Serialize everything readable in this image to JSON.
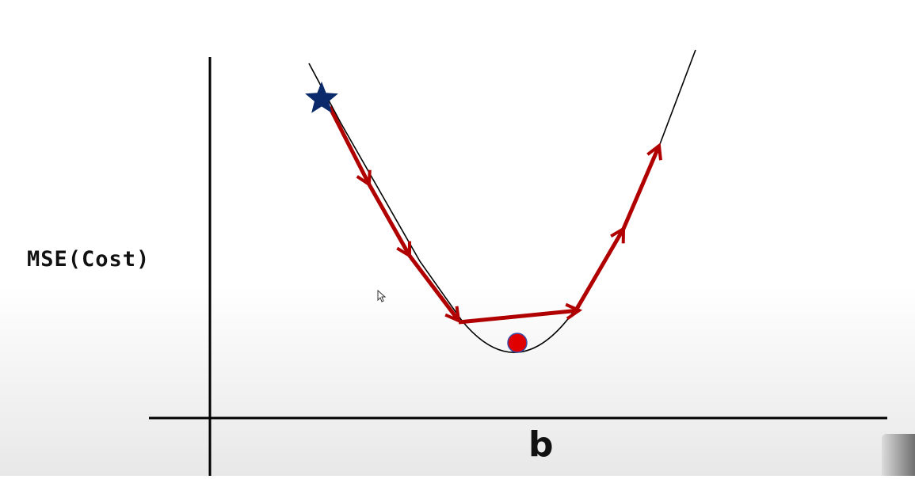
{
  "diagram": {
    "y_axis_label": "MSE(Cost)",
    "x_axis_label": "b",
    "colors": {
      "axis": "#000000",
      "curve": "#000000",
      "steps": "#b00000",
      "start_star": "#0b2a6b",
      "minimum_point": "#e00000",
      "minimum_outline": "#3b4fa8"
    },
    "markers": {
      "start": "star-icon",
      "minimum": "circle"
    },
    "gradient_steps": [
      {
        "step": 1,
        "direction": "down"
      },
      {
        "step": 2,
        "direction": "down"
      },
      {
        "step": 3,
        "direction": "down"
      },
      {
        "step": 4,
        "direction": "across"
      },
      {
        "step": 5,
        "direction": "up"
      },
      {
        "step": 6,
        "direction": "up"
      }
    ]
  }
}
